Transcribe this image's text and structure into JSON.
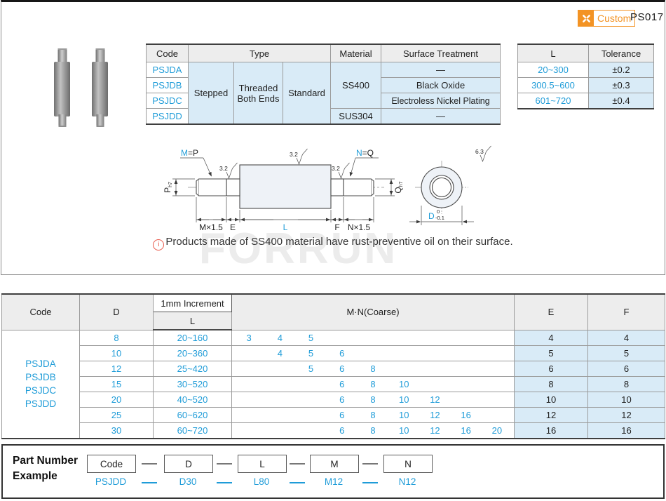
{
  "header": {
    "custom_label": "Custom",
    "page_code": "PS017"
  },
  "type_table": {
    "h_code": "Code",
    "h_type": "Type",
    "h_material": "Material",
    "h_surface": "Surface Treatment",
    "codes": [
      "PSJDA",
      "PSJDB",
      "PSJDC",
      "PSJDD"
    ],
    "type_stepped": "Stepped",
    "type_thread": "Threaded Both Ends",
    "type_standard": "Standard",
    "material_ss400": "SS400",
    "material_sus304": "SUS304",
    "surface": [
      "—",
      "Black Oxide",
      "Electroless Nickel Plating",
      "—"
    ]
  },
  "tolerance_table": {
    "h_l": "L",
    "h_tol": "Tolerance",
    "rows": [
      {
        "l": "20~300",
        "tol": "±0.2"
      },
      {
        "l": "300.5~600",
        "tol": "±0.3"
      },
      {
        "l": "601~720",
        "tol": "±0.4"
      }
    ]
  },
  "drawing": {
    "m_label": "M",
    "m_eq": "=P",
    "n_label": "N",
    "n_eq": "=Q",
    "p": "P",
    "q": "Q",
    "h7": "h7",
    "ra32": "3.2",
    "ra63": "6.3",
    "m_pitch": "M×1.5",
    "e": "E",
    "l": "L",
    "f": "F",
    "n_pitch": "N×1.5",
    "d": "D",
    "tol_upper": "0",
    "tol_lower": "-0.1"
  },
  "note": {
    "icon": "i",
    "text": "Products made of SS400 material have rust-preventive oil on their surface."
  },
  "watermark": "FORRUN",
  "size_table": {
    "h_code": "Code",
    "h_d": "D",
    "h_increment": "1mm Increment",
    "h_l": "L",
    "h_mn": "M·N(Coarse)",
    "h_e": "E",
    "h_f": "F",
    "codes": [
      "PSJDA",
      "PSJDB",
      "PSJDC",
      "PSJDD"
    ],
    "rows": [
      {
        "d": "8",
        "l": "20~160",
        "mn": [
          "3",
          "4",
          "5",
          "",
          "",
          "",
          "",
          "",
          ""
        ],
        "e": "4",
        "f": "4"
      },
      {
        "d": "10",
        "l": "20~360",
        "mn": [
          "",
          "4",
          "5",
          "6",
          "",
          "",
          "",
          "",
          ""
        ],
        "e": "5",
        "f": "5"
      },
      {
        "d": "12",
        "l": "25~420",
        "mn": [
          "",
          "",
          "5",
          "6",
          "8",
          "",
          "",
          "",
          ""
        ],
        "e": "6",
        "f": "6"
      },
      {
        "d": "15",
        "l": "30~520",
        "mn": [
          "",
          "",
          "",
          "6",
          "8",
          "10",
          "",
          "",
          ""
        ],
        "e": "8",
        "f": "8"
      },
      {
        "d": "20",
        "l": "40~520",
        "mn": [
          "",
          "",
          "",
          "6",
          "8",
          "10",
          "12",
          "",
          ""
        ],
        "e": "10",
        "f": "10"
      },
      {
        "d": "25",
        "l": "60~620",
        "mn": [
          "",
          "",
          "",
          "6",
          "8",
          "10",
          "12",
          "16",
          ""
        ],
        "e": "12",
        "f": "12"
      },
      {
        "d": "30",
        "l": "60~720",
        "mn": [
          "",
          "",
          "",
          "6",
          "8",
          "10",
          "12",
          "16",
          "20"
        ],
        "e": "16",
        "f": "16"
      }
    ]
  },
  "part_number": {
    "label_line1": "Part Number",
    "label_line2": "Example",
    "boxes": [
      "Code",
      "D",
      "L",
      "M",
      "N"
    ],
    "values": [
      "PSJDD",
      "D30",
      "L80",
      "M12",
      "N12"
    ]
  },
  "colors": {
    "accent_blue": "#1f9cd8",
    "light_blue_bg": "#d9ebf7",
    "header_gray": "#ededed",
    "orange": "#f39324",
    "note_red": "#e8584a"
  }
}
